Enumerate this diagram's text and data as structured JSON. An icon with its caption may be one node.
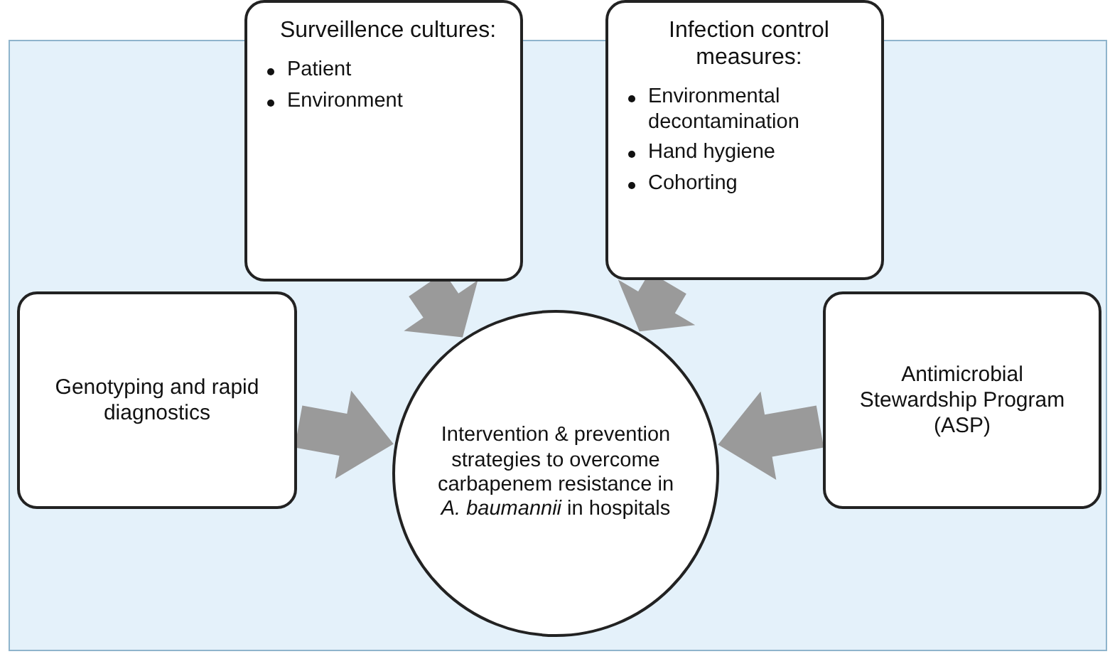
{
  "diagram": {
    "nodes": [
      {
        "text": [
          "Surveillence cultures:",
          "Patient",
          "Environment"
        ]
      },
      {
        "text": [
          "Infection control measures:",
          "Environmental decontamination",
          "Hand hygiene",
          "Cohorting"
        ]
      },
      {
        "text": [
          "Genotyping and rapid diagnostics"
        ]
      },
      {
        "text": [
          "Antimicrobial Stewardship Program (ASP)"
        ]
      },
      {
        "text": [
          "Intervention & prevention strategies to overcome carbapenem resistance in *A. baumannii* in hospitals"
        ]
      }
    ],
    "edges": [
      {
        "from": 0,
        "to": 4,
        "arrow": "to",
        "style": "thick"
      },
      {
        "from": 1,
        "to": 4,
        "arrow": "to",
        "style": "thick"
      },
      {
        "from": 2,
        "to": 4,
        "arrow": "to",
        "style": "thick"
      },
      {
        "from": 3,
        "to": 4,
        "arrow": "to",
        "style": "thick"
      }
    ]
  }
}
